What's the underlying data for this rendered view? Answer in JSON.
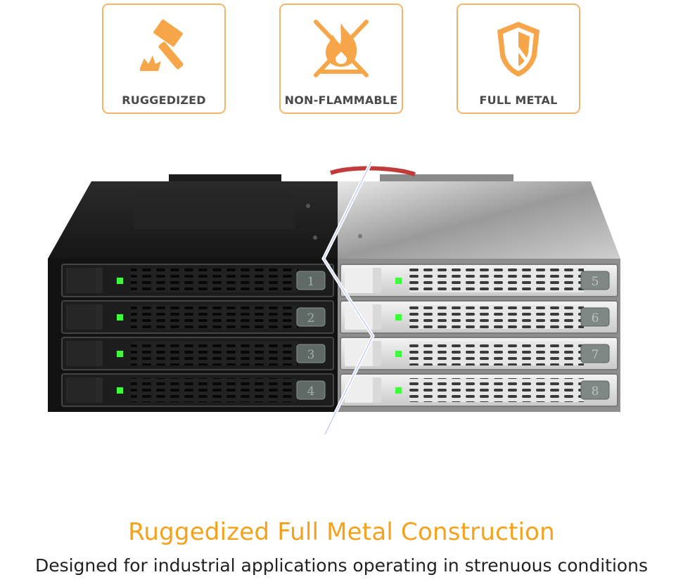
{
  "badges": [
    {
      "label": "RUGGEDIZED",
      "icon": "hammer-icon"
    },
    {
      "label": "NON-FLAMMABLE",
      "icon": "no-fire-icon"
    },
    {
      "label": "FULL METAL",
      "icon": "shield-icon"
    }
  ],
  "bays": {
    "left": [
      "1",
      "2",
      "3",
      "4"
    ],
    "right": [
      "5",
      "6",
      "7",
      "8"
    ]
  },
  "headline": "Ruggedized Full Metal Construction",
  "subline": "Designed for industrial applications operating in strenuous conditions",
  "colors": {
    "accent": "#f4a21c",
    "badge_border": "#f2b56a",
    "icon_fill": "#f6a548",
    "led": "#3bff3b"
  }
}
